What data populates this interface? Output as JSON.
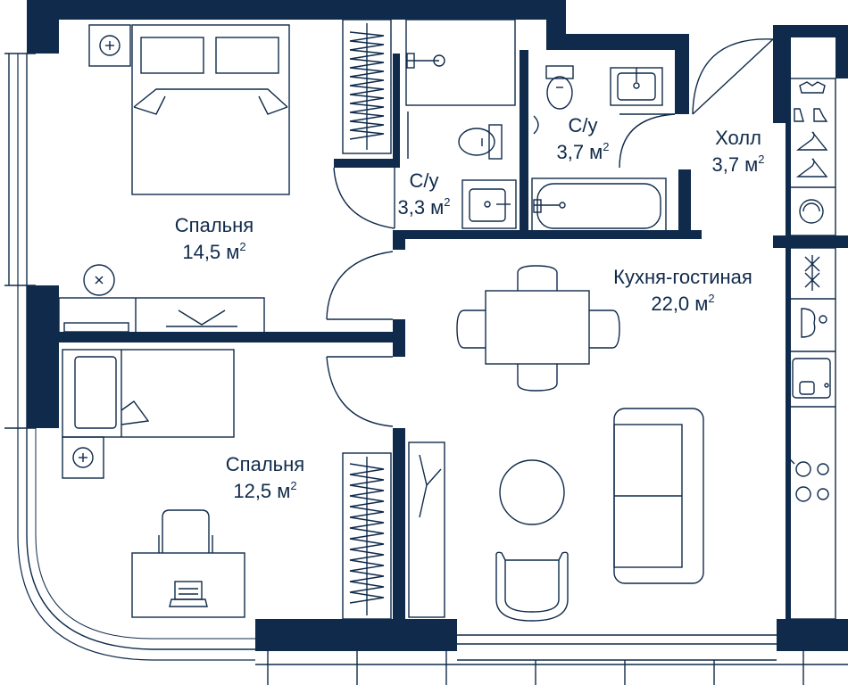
{
  "colors": {
    "wall": "#0f2a4a",
    "line": "#0f2a4a",
    "background": "#ffffff"
  },
  "rooms": {
    "bedroom1": {
      "name": "Спальня",
      "area": "14,5 м",
      "unit_power": "2"
    },
    "bath1": {
      "name": "С/у",
      "area": "3,3 м",
      "unit_power": "2"
    },
    "bath2": {
      "name": "С/у",
      "area": "3,7 м",
      "unit_power": "2"
    },
    "hall": {
      "name": "Холл",
      "area": "3,7 м",
      "unit_power": "2"
    },
    "kitchen": {
      "name": "Кухня-гостиная",
      "area": "22,0 м",
      "unit_power": "2"
    },
    "bedroom2": {
      "name": "Спальня",
      "area": "12,5 м",
      "unit_power": "2"
    }
  },
  "icons": [
    "bed-icon",
    "toilet-icon",
    "sink-icon",
    "shower-icon",
    "bathtub-icon",
    "wardrobe-icon",
    "hanger-icon",
    "shoes-icon",
    "washing-machine-icon",
    "stove-icon",
    "dining-table-icon",
    "sofa-icon",
    "desk-icon",
    "laptop-icon",
    "armchair-icon"
  ]
}
